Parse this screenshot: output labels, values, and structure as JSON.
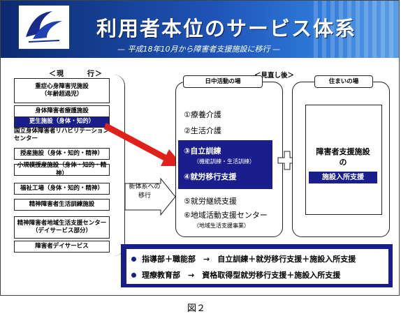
{
  "title": "利用者本位のサービス体系",
  "subtitle": "— 平成18年10月から障害者支援施設に移行 —",
  "current_label": "＜現　　　行＞",
  "current_facilities": [
    "重症心身障害児施設\n（年齢超過児）",
    "身体障害者療護施設",
    "更生施設（身体・知的）",
    "授産施設（身体・知的・精神）",
    "小規模授産施設（身体・知的・精神）",
    "福祉工場（身体・知的・精神）",
    "精神障害者生活訓練施設",
    "精神障害者地域生活支援センター\n（デイサービス部分）",
    "障害者デイサービス"
  ],
  "rehab_center": "国立身体障害者リハビリテーション\nセンター",
  "transition_label": "新体系への\n移行",
  "minaoshi_label": "＜見直し後＞",
  "day_header": "日中活動の場",
  "residence_header": "住まいの場",
  "day_services": {
    "s1": "①療養介護",
    "s2": "②生活介護",
    "s3": "③自立訓練",
    "s3_sub": "（機能訓練・生活訓練）",
    "s4": "④就労移行支援",
    "s5": "⑤就労継続支援",
    "s6": "⑥地域活動支援センター",
    "s6_sub": "（地域生活支援事業）"
  },
  "residence_text": "障害者支援施設\nの",
  "residence_badge": "施設入所支援",
  "bottom_lines": [
    "指導部＋職能部　→　自立訓練＋就労移行支援＋施設入所支援",
    "理療教育部　→　資格取得型就労移行支援＋施設入所支援"
  ],
  "figure_caption": "図２",
  "colors": {
    "navy": "#1a1d8c",
    "arrow": "#e0201a",
    "banner": "#1f55b8"
  }
}
